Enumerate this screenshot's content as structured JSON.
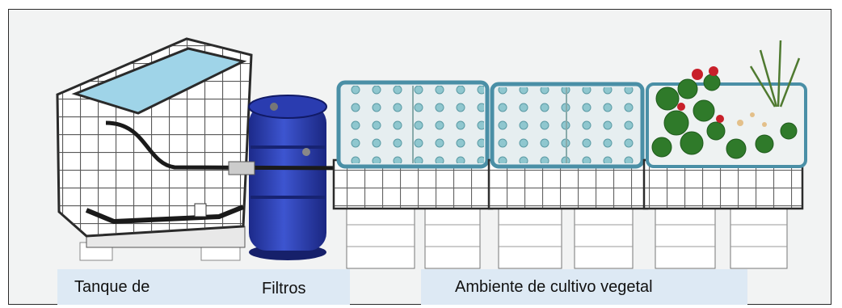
{
  "labels": {
    "tank": "Tanque de",
    "filters": "Filtros",
    "beds": "Ambiente de cultivo vegetal"
  },
  "colors": {
    "water": "#9fd4e8",
    "barrel": "#2b3fb8",
    "raft": "#e6eef0",
    "bed_rim": "#4a8fa6",
    "pipe": "#1a1a1a",
    "plants": "#2f7a2a",
    "fruit": "#c8202a",
    "label_bg": "#dde9f4"
  },
  "components": {
    "tank": "ibc-tank-icon",
    "filter": "barrel-filter-icon",
    "beds": [
      "grow-bed-icon",
      "grow-bed-icon",
      "planted-grow-bed-icon"
    ]
  }
}
